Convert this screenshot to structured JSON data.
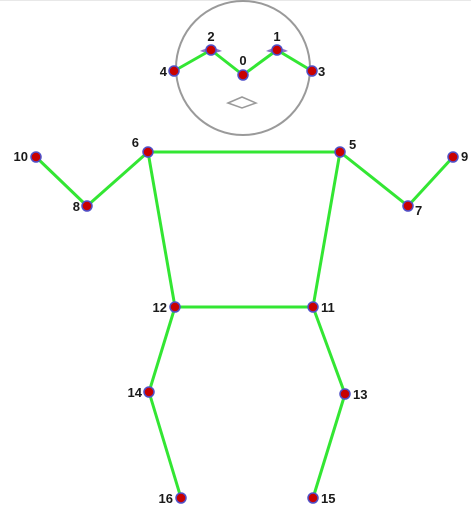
{
  "colors": {
    "skeleton": "#33e633",
    "keypoint_fill": "#c80000",
    "keypoint_stroke": "#5050c8",
    "head_outline": "#9a9a9a",
    "eye_mark": "#8c74c8",
    "text": "#1a1a1a"
  },
  "keypoints": [
    {
      "id": 0,
      "label": "0"
    },
    {
      "id": 1,
      "label": "1"
    },
    {
      "id": 2,
      "label": "2"
    },
    {
      "id": 3,
      "label": "3"
    },
    {
      "id": 4,
      "label": "4"
    },
    {
      "id": 5,
      "label": "5"
    },
    {
      "id": 6,
      "label": "6"
    },
    {
      "id": 7,
      "label": "7"
    },
    {
      "id": 8,
      "label": "8"
    },
    {
      "id": 9,
      "label": "9"
    },
    {
      "id": 10,
      "label": "10"
    },
    {
      "id": 11,
      "label": "11"
    },
    {
      "id": 12,
      "label": "12"
    },
    {
      "id": 13,
      "label": "13"
    },
    {
      "id": 14,
      "label": "14"
    },
    {
      "id": 15,
      "label": "15"
    },
    {
      "id": 16,
      "label": "16"
    }
  ],
  "connections": [
    [
      4,
      2
    ],
    [
      2,
      0
    ],
    [
      0,
      1
    ],
    [
      1,
      3
    ],
    [
      6,
      5
    ],
    [
      6,
      8
    ],
    [
      8,
      10
    ],
    [
      5,
      7
    ],
    [
      7,
      9
    ],
    [
      6,
      12
    ],
    [
      5,
      11
    ],
    [
      12,
      11
    ],
    [
      12,
      14
    ],
    [
      14,
      16
    ],
    [
      11,
      13
    ],
    [
      13,
      15
    ]
  ]
}
